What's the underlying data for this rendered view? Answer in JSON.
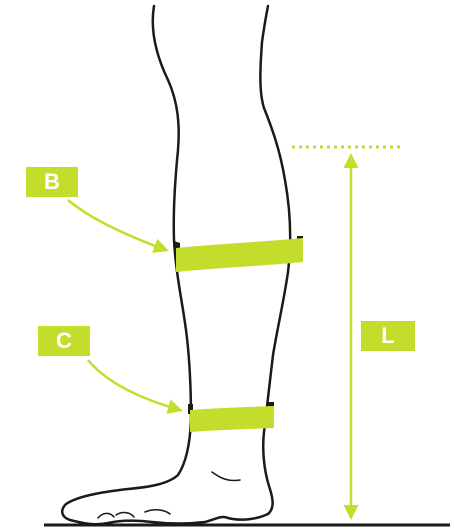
{
  "labels": {
    "b": "B",
    "c": "C",
    "l": "L"
  },
  "colors": {
    "accent": "#c4dc2c",
    "outline": "#1a1a1a",
    "background": "#ffffff"
  }
}
